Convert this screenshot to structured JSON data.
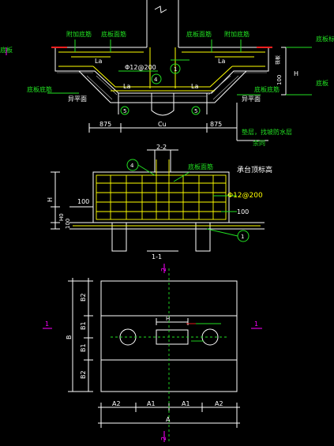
{
  "colors": {
    "background": "#000000",
    "white": "#ffffff",
    "green": "#22e022",
    "yellow": "#ffff00",
    "magenta": "#ff00ff",
    "red": "#ff2020",
    "cyan": "#00ffff"
  },
  "section_top": {
    "labels": {
      "added_bottom_bar_left": "附加底筋",
      "bottom_face_bar_left": "底板面筋",
      "bottom_face_bar_right": "底板面筋",
      "added_bottom_bar_right": "附加底筋",
      "bottom_elev": "底板标高",
      "bottom_bar_left": "底板底筋",
      "bottom_bar_right": "底板底筋",
      "side_left_partial": "底板",
      "side_right_partial": "底板",
      "cushion_left": "异平面",
      "cushion_right": "异平面",
      "waterproof": "垫层，找坡防水层",
      "slope": "余同",
      "lap_left": "La",
      "lap_right": "La",
      "lap_left_low": "La",
      "lap_right_low": "La",
      "rebar_spec": "Φ12@200",
      "circle_1": "1",
      "circle_4": "4",
      "circle_5a": "5",
      "circle_5b": "5",
      "dim_left": "875",
      "dim_right": "875",
      "dim_center": "Cu",
      "dim_h": "H",
      "dim_100": "100",
      "raft_label": "筏板"
    }
  },
  "section_22": {
    "title": "2-2",
    "labels": {
      "circle_4": "4",
      "bottom_face_bar": "底板面筋",
      "cap_top_elev": "承台顶标高",
      "rebar_spec": "Φ12@200",
      "dim_100_left": "100",
      "dim_100_right": "100",
      "dim_h": "H",
      "dim_h0": "H0",
      "dim_100_low": "100",
      "circle_1": "1",
      "section_label": "1-1"
    }
  },
  "plan": {
    "labels": {
      "dim_b": "B",
      "dim_b2_top": "B2",
      "dim_b1_top": "B1",
      "dim_b1_bottom": "B1",
      "dim_b2_bottom": "B2",
      "dim_a2_left": "A2",
      "dim_a1_left": "A1",
      "dim_a1_right": "A1",
      "dim_a2_right": "A2",
      "dim_a": "A",
      "dim_h": "H",
      "cut_left": "1",
      "cut_right": "1",
      "cut_top": "2",
      "cut_bottom": "2"
    }
  }
}
